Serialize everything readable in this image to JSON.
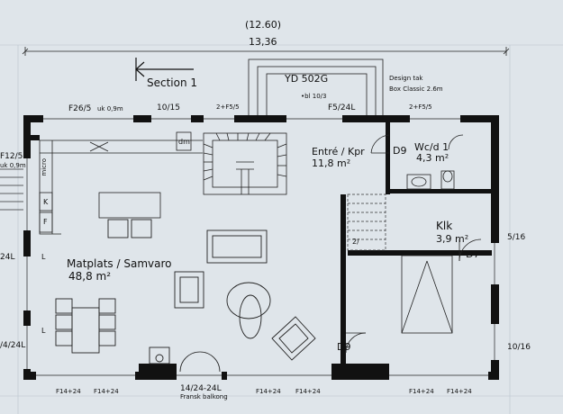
{
  "dimensions": {
    "total_paren": "(12.60)",
    "total": "13,36"
  },
  "section": {
    "label": "Section 1"
  },
  "roof": {
    "code": "YD 502G",
    "note": "Design tak",
    "note2": "Box Classic 2.6m",
    "small": "•bl 10/3"
  },
  "windows": {
    "top_left": "F26/5",
    "top_left_note": "uk 0,9m",
    "top_a": "10/15",
    "top_b": "2+F5/5",
    "top_c": "F5/24L",
    "top_d": "2+F5/5",
    "left_top": "F12/5",
    "left_top_note": "uk 0,9m",
    "left_mid": "24L",
    "left_low": "/4/24L",
    "right_a": "5/16",
    "right_b": "10/16",
    "bottom_1": "F14+24",
    "bottom_2": "F14+24",
    "bottom_3": "14/24-24L",
    "bottom_3_note": "Fransk balkong",
    "bottom_4": "F14+24",
    "bottom_5": "F14+24",
    "bottom_6": "F14+24",
    "bottom_7": "F14+24"
  },
  "rooms": {
    "living_name": "Matplats / Samvaro",
    "living_area": "48,8 m²",
    "entry_name": "Entré / Kpr",
    "entry_area": "11,8 m²",
    "wc_name": "Wc/d 1",
    "wc_area": "4,3 m²",
    "closet_name": "Klk",
    "closet_area": "3,9 m²"
  },
  "doors": {
    "d_entry": "D9",
    "d_closet": "D7",
    "d_bottom": "D9",
    "small_2": "2/"
  },
  "kitchen": {
    "dm": "dm",
    "micro": "micro",
    "k": "K",
    "f": "F",
    "l1": "L",
    "l2": "L"
  },
  "icon_names": [
    "section-arrow-icon",
    "door-swing-icon",
    "stair-icon",
    "toilet-icon",
    "sink-icon",
    "dining-table-icon",
    "armchair-icon",
    "sofa-icon",
    "coffee-table-icon",
    "fireplace-icon"
  ]
}
